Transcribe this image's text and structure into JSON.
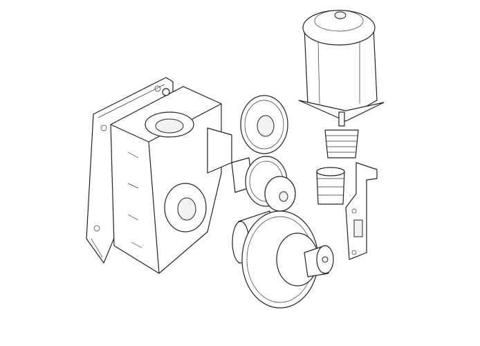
{
  "diagram": {
    "type": "exploded-view line drawing",
    "colors": {
      "background": "#ffffff",
      "line": "#222222"
    },
    "parts": [
      "mounting-gasket",
      "gearbox-housing",
      "small-spur-gear",
      "double-gear",
      "large-output-gear",
      "electric-motor",
      "worm-screw",
      "spare-worm",
      "limit-switch-bracket"
    ]
  }
}
